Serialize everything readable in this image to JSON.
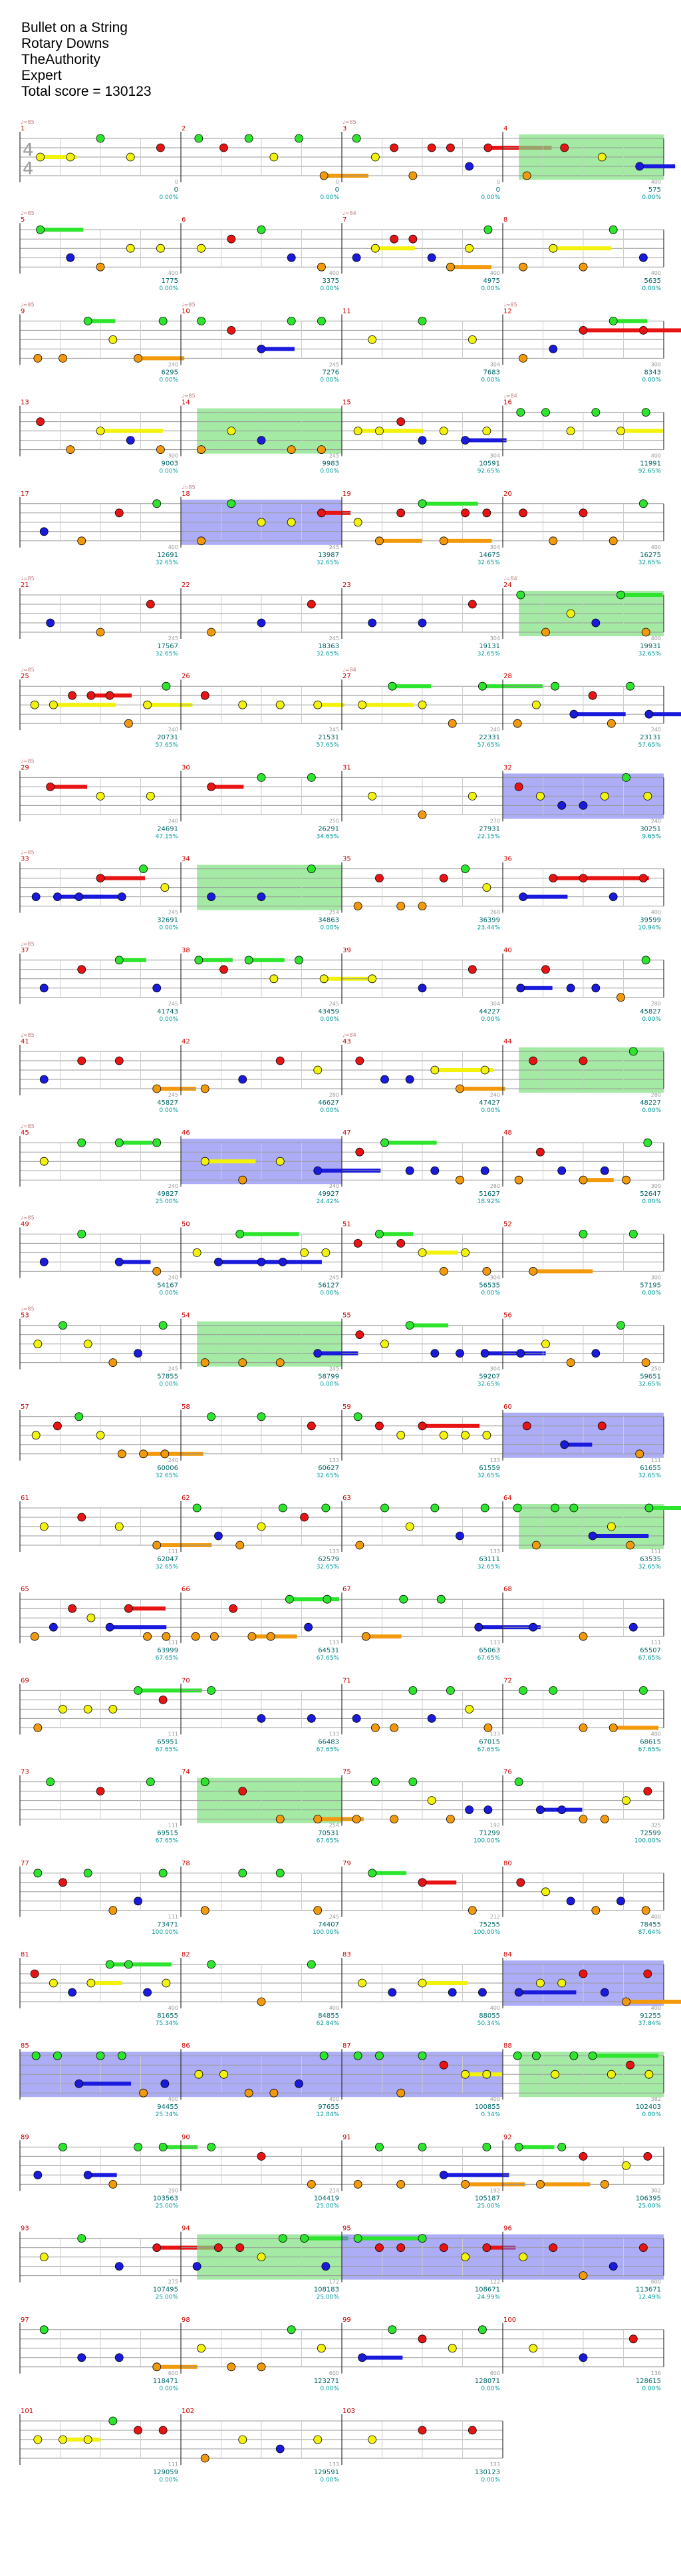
{
  "song": {
    "title": "Bullet on a String",
    "artist": "Rotary Downs",
    "charter": "TheAuthority",
    "difficulty": "Expert",
    "total_score_text": "Total score = 130123"
  },
  "time_signature": {
    "top": "4",
    "bottom": "4"
  },
  "colors": {
    "green": "#2ee52e",
    "red": "#e81414",
    "yellow": "#f2f20c",
    "blue": "#1a1adc",
    "orange": "#f29a0c",
    "starpower": "#7ee07e",
    "overdrive": "#6a6af0",
    "measure_number": "#cc0000",
    "score": "#006666",
    "percent": "#009999",
    "tempo": "#c08080"
  },
  "chart_data": {
    "type": "table",
    "note_lanes": [
      "green",
      "red",
      "yellow",
      "blue",
      "orange"
    ],
    "measures_per_row": 4,
    "measures": [
      {
        "n": "1",
        "tempo": "♩=85",
        "score": "0",
        "percent": "0.00%",
        "label": "0"
      },
      {
        "n": "2",
        "score": "0",
        "percent": "0.00%",
        "label": "0"
      },
      {
        "n": "3",
        "tempo": "♩=85",
        "score": "0",
        "percent": "0.00%",
        "label": "0"
      },
      {
        "n": "4",
        "score": "575",
        "percent": "0.00%",
        "label": "400"
      },
      {
        "n": "5",
        "tempo": "♩=85",
        "score": "1775",
        "percent": "0.00%",
        "label": "400"
      },
      {
        "n": "6",
        "score": "3375",
        "percent": "0.00%",
        "label": "400"
      },
      {
        "n": "7",
        "tempo": "♩=84",
        "score": "4975",
        "percent": "0.00%",
        "label": "400"
      },
      {
        "n": "8",
        "score": "5635",
        "percent": "0.00%",
        "label": "400"
      },
      {
        "n": "9",
        "tempo": "♩=85",
        "score": "6295",
        "percent": "0.00%",
        "label": "240"
      },
      {
        "n": "10",
        "tempo": "♩=85",
        "score": "7276",
        "percent": "0.00%",
        "label": "245"
      },
      {
        "n": "11",
        "score": "7683",
        "percent": "0.00%",
        "label": "304"
      },
      {
        "n": "12",
        "tempo": "♩=85",
        "score": "8343",
        "percent": "0.00%",
        "label": "300"
      },
      {
        "n": "13",
        "score": "9003",
        "percent": "0.00%",
        "label": "300"
      },
      {
        "n": "14",
        "tempo": "♩=85",
        "score": "9983",
        "percent": "0.00%",
        "label": "245"
      },
      {
        "n": "15",
        "score": "10591",
        "percent": "92.65%",
        "label": "304"
      },
      {
        "n": "16",
        "tempo": "♩=84",
        "score": "11991",
        "percent": "92.65%",
        "label": "400"
      },
      {
        "n": "17",
        "score": "12691",
        "percent": "32.65%",
        "label": "400"
      },
      {
        "n": "18",
        "tempo": "♩=85",
        "score": "13987",
        "percent": "32.65%",
        "label": "245"
      },
      {
        "n": "19",
        "score": "14675",
        "percent": "32.65%",
        "label": "304"
      },
      {
        "n": "20",
        "score": "16275",
        "percent": "32.65%",
        "label": "400"
      },
      {
        "n": "21",
        "tempo": "♩=85",
        "score": "17567",
        "percent": "32.65%",
        "label": "245"
      },
      {
        "n": "22",
        "score": "18363",
        "percent": "32.65%",
        "label": "245"
      },
      {
        "n": "23",
        "score": "19131",
        "percent": "32.65%",
        "label": "304"
      },
      {
        "n": "24",
        "tempo": "♩=84",
        "score": "19931",
        "percent": "32.65%",
        "label": "400"
      },
      {
        "n": "25",
        "tempo": "♩=85",
        "score": "20731",
        "percent": "57.65%",
        "label": "240"
      },
      {
        "n": "26",
        "score": "21531",
        "percent": "57.65%",
        "label": "245"
      },
      {
        "n": "27",
        "tempo": "♩=84",
        "score": "22331",
        "percent": "57.65%",
        "label": "240"
      },
      {
        "n": "28",
        "score": "23131",
        "percent": "57.65%",
        "label": "240"
      },
      {
        "n": "29",
        "tempo": "♩=85",
        "score": "24691",
        "percent": "47.15%",
        "label": "240"
      },
      {
        "n": "30",
        "score": "26291",
        "percent": "34.65%",
        "label": "250"
      },
      {
        "n": "31",
        "score": "27931",
        "percent": "22.15%",
        "label": "270"
      },
      {
        "n": "32",
        "score": "30251",
        "percent": "9.65%",
        "label": "240"
      },
      {
        "n": "33",
        "tempo": "♩=85",
        "score": "32691",
        "percent": "0.00%",
        "label": "245"
      },
      {
        "n": "34",
        "score": "34863",
        "percent": "0.00%",
        "label": "254"
      },
      {
        "n": "35",
        "score": "36399",
        "percent": "23.44%",
        "label": "268"
      },
      {
        "n": "36",
        "score": "39599",
        "percent": "10.94%",
        "label": "400"
      },
      {
        "n": "37",
        "tempo": "♩=85",
        "score": "41743",
        "percent": "0.00%",
        "label": "245"
      },
      {
        "n": "38",
        "score": "43459",
        "percent": "0.00%",
        "label": "245"
      },
      {
        "n": "39",
        "score": "44227",
        "percent": "0.00%",
        "label": "304"
      },
      {
        "n": "40",
        "score": "45827",
        "percent": "0.00%",
        "label": "280"
      },
      {
        "n": "41",
        "tempo": "♩=85",
        "score": "45827",
        "percent": "0.00%",
        "label": "245"
      },
      {
        "n": "42",
        "score": "46627",
        "percent": "0.00%",
        "label": "280"
      },
      {
        "n": "43",
        "tempo": "♩=84",
        "score": "47427",
        "percent": "0.00%",
        "label": "240"
      },
      {
        "n": "44",
        "score": "48227",
        "percent": "0.00%",
        "label": "280"
      },
      {
        "n": "45",
        "tempo": "♩=85",
        "score": "49827",
        "percent": "25.00%",
        "label": "240"
      },
      {
        "n": "46",
        "score": "49927",
        "percent": "24.42%",
        "label": "240"
      },
      {
        "n": "47",
        "score": "51627",
        "percent": "18.92%",
        "label": "280"
      },
      {
        "n": "48",
        "score": "52647",
        "percent": "0.00%",
        "label": "300"
      },
      {
        "n": "49",
        "tempo": "♩=85",
        "score": "54167",
        "percent": "0.00%",
        "label": "240"
      },
      {
        "n": "50",
        "score": "56127",
        "percent": "0.00%",
        "label": "245"
      },
      {
        "n": "51",
        "score": "56535",
        "percent": "0.00%",
        "label": "304"
      },
      {
        "n": "52",
        "score": "57195",
        "percent": "0.00%",
        "label": "300"
      },
      {
        "n": "53",
        "tempo": "♩=85",
        "score": "57855",
        "percent": "0.00%",
        "label": "245"
      },
      {
        "n": "54",
        "score": "58799",
        "percent": "0.00%",
        "label": "245"
      },
      {
        "n": "55",
        "score": "59207",
        "percent": "32.65%",
        "label": "304"
      },
      {
        "n": "56",
        "score": "59651",
        "percent": "32.65%",
        "label": "250"
      },
      {
        "n": "57",
        "score": "60006",
        "percent": "32.65%",
        "label": "240"
      },
      {
        "n": "58",
        "score": "60627",
        "percent": "32.65%",
        "label": "133"
      },
      {
        "n": "59",
        "score": "61559",
        "percent": "32.65%",
        "label": "133"
      },
      {
        "n": "60",
        "score": "61655",
        "percent": "32.65%",
        "label": "111"
      },
      {
        "n": "61",
        "score": "62047",
        "percent": "32.65%",
        "label": "111"
      },
      {
        "n": "62",
        "score": "62579",
        "percent": "32.65%",
        "label": "133"
      },
      {
        "n": "63",
        "score": "63111",
        "percent": "32.65%",
        "label": "133"
      },
      {
        "n": "64",
        "score": "63535",
        "percent": "32.65%",
        "label": "111"
      },
      {
        "n": "65",
        "score": "63999",
        "percent": "67.65%",
        "label": "111"
      },
      {
        "n": "66",
        "score": "64531",
        "percent": "67.65%",
        "label": "133"
      },
      {
        "n": "67",
        "score": "65063",
        "percent": "67.65%",
        "label": "133"
      },
      {
        "n": "68",
        "score": "65507",
        "percent": "67.65%",
        "label": "111"
      },
      {
        "n": "69",
        "score": "65951",
        "percent": "67.65%",
        "label": "111"
      },
      {
        "n": "70",
        "score": "66483",
        "percent": "67.65%",
        "label": "133"
      },
      {
        "n": "71",
        "score": "67015",
        "percent": "67.65%",
        "label": "133"
      },
      {
        "n": "72",
        "score": "68615",
        "percent": "67.65%",
        "label": "400"
      },
      {
        "n": "73",
        "score": "69515",
        "percent": "67.65%",
        "label": "111"
      },
      {
        "n": "74",
        "score": "70531",
        "percent": "67.65%",
        "label": "254"
      },
      {
        "n": "75",
        "score": "71299",
        "percent": "100.00%",
        "label": "192"
      },
      {
        "n": "76",
        "score": "72599",
        "percent": "100.00%",
        "label": "325"
      },
      {
        "n": "77",
        "score": "73471",
        "percent": "100.00%",
        "label": "111"
      },
      {
        "n": "78",
        "score": "74407",
        "percent": "100.00%",
        "label": "245"
      },
      {
        "n": "79",
        "score": "75255",
        "percent": "100.00%",
        "label": "212"
      },
      {
        "n": "80",
        "score": "78455",
        "percent": "87.64%",
        "label": "400"
      },
      {
        "n": "81",
        "score": "81655",
        "percent": "75.34%",
        "label": "400"
      },
      {
        "n": "82",
        "score": "84855",
        "percent": "62.84%",
        "label": "400"
      },
      {
        "n": "83",
        "score": "88055",
        "percent": "50.34%",
        "label": "400"
      },
      {
        "n": "84",
        "score": "91255",
        "percent": "37.84%",
        "label": "400"
      },
      {
        "n": "85",
        "score": "94455",
        "percent": "25.34%",
        "label": "400"
      },
      {
        "n": "86",
        "score": "97655",
        "percent": "12.84%",
        "label": "400"
      },
      {
        "n": "87",
        "score": "100855",
        "percent": "0.34%",
        "label": "400"
      },
      {
        "n": "88",
        "score": "102403",
        "percent": "0.00%",
        "label": "382"
      },
      {
        "n": "89",
        "score": "103563",
        "percent": "25.00%",
        "label": "290"
      },
      {
        "n": "90",
        "score": "104419",
        "percent": "25.00%",
        "label": "214"
      },
      {
        "n": "91",
        "score": "105187",
        "percent": "25.00%",
        "label": "192"
      },
      {
        "n": "92",
        "score": "106395",
        "percent": "25.00%",
        "label": "302"
      },
      {
        "n": "93",
        "score": "107495",
        "percent": "25.00%",
        "label": "275"
      },
      {
        "n": "94",
        "score": "108183",
        "percent": "25.00%",
        "label": "172"
      },
      {
        "n": "95",
        "score": "108671",
        "percent": "24.99%",
        "label": "122"
      },
      {
        "n": "96",
        "score": "113671",
        "percent": "12.49%",
        "label": "600"
      },
      {
        "n": "97",
        "score": "118471",
        "percent": "0.00%",
        "label": "600"
      },
      {
        "n": "98",
        "score": "123271",
        "percent": "0.00%",
        "label": "600"
      },
      {
        "n": "99",
        "score": "128071",
        "percent": "0.00%",
        "label": "600"
      },
      {
        "n": "100",
        "score": "128615",
        "percent": "0.00%",
        "label": "136"
      },
      {
        "n": "101",
        "score": "129059",
        "percent": "0.00%",
        "label": "111"
      },
      {
        "n": "102",
        "score": "129591",
        "percent": "0.00%",
        "label": "133"
      },
      {
        "n": "103",
        "score": "130123",
        "percent": "0.00%",
        "label": "133"
      }
    ]
  }
}
